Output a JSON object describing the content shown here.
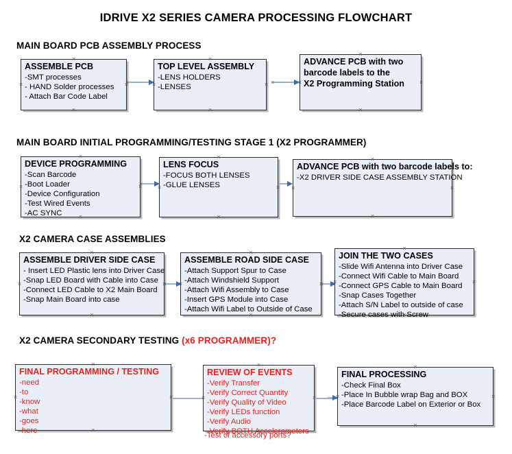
{
  "document": {
    "title": "IDRIVE X2  SERIES CAMERA PROCESSING FLOWCHART"
  },
  "sections": [
    {
      "id": "main-board-pcb-assembly",
      "heading": "MAIN BOARD PCB ASSEMBLY PROCESS",
      "heading_suffix": "",
      "boxes": [
        {
          "id": "assemble-pcb",
          "title": "ASSEMBLE PCB",
          "lines": [
            "-SMT processes",
            "- HAND Solder processes",
            "- Attach Bar Code Label"
          ],
          "color": "black"
        },
        {
          "id": "top-level-assembly",
          "title": "TOP LEVEL ASSEMBLY",
          "lines": [
            "-LENS HOLDERS",
            "-LENSES"
          ],
          "color": "black"
        },
        {
          "id": "advance-pcb-programming-station",
          "title": "ADVANCE PCB with two",
          "lines": [
            "barcode labels to the",
            " X2 Programming Station"
          ],
          "color": "black"
        }
      ]
    },
    {
      "id": "main-board-initial-programming",
      "heading": "MAIN BOARD INITIAL PROGRAMMING/TESTING STAGE 1 (X2 PROGRAMMER)",
      "heading_suffix": "",
      "boxes": [
        {
          "id": "device-programming",
          "title": "DEVICE PROGRAMMING",
          "lines": [
            "-Scan Barcode",
            "-Boot Loader",
            "-Device Configuration",
            "-Test Wired Events",
            "-AC SYNC"
          ],
          "color": "black"
        },
        {
          "id": "lens-focus",
          "title": "LENS FOCUS",
          "lines": [
            "-FOCUS BOTH LENSES",
            "-GLUE LENSES"
          ],
          "color": "black"
        },
        {
          "id": "advance-pcb-driver-side-case",
          "title": "ADVANCE PCB with two barcode labels to:",
          "lines": [
            "-X2 DRIVER  SIDE  CASE  ASSEMBLY STATION"
          ],
          "color": "black"
        }
      ]
    },
    {
      "id": "x2-camera-case-assemblies",
      "heading": "X2 CAMERA CASE ASSEMBLIES",
      "heading_suffix": "",
      "boxes": [
        {
          "id": "assemble-driver-side-case",
          "title": "ASSEMBLE DRIVER SIDE CASE",
          "lines": [
            "- Insert LED Plastic lens into Driver Case",
            "-Snap LED Board with Cable into Case",
            "-Connect LED Cable to X2 Main Board",
            "-Snap Main Board into case"
          ],
          "color": "black"
        },
        {
          "id": "assemble-road-side-case",
          "title": "ASSEMBLE ROAD SIDE CASE",
          "lines": [
            "-Attach Support Spur to Case",
            "-Attach Windshield Support",
            "-Attach Wifi Assembly to Case",
            "-Insert GPS Module into Case",
            "-Attach Wifi Label to Outside of Case"
          ],
          "color": "black"
        },
        {
          "id": "join-the-two-cases",
          "title": "JOIN THE TWO CASES",
          "lines": [
            "-Slide Wifi Antenna into Driver Case",
            "-Connect Wifi Cable to Main Board",
            "-Connect GPS Cable to Main Board",
            "-Snap Cases Together",
            "-Attach S/N Label to outside of case",
            "-Secure cases with Screw"
          ],
          "color": "black"
        }
      ]
    },
    {
      "id": "x2-camera-secondary-testing",
      "heading": "X2 CAMERA SECONDARY TESTING ",
      "heading_suffix": "(x6 PROGRAMMER)?",
      "boxes": [
        {
          "id": "final-programming-testing",
          "title": "FINAL PROGRAMMING / TESTING",
          "lines": [
            "-need",
            "-to",
            "-know",
            "-what",
            "-goes",
            "-here"
          ],
          "color": "red"
        },
        {
          "id": "review-of-events",
          "title": "REVIEW OF EVENTS",
          "lines": [
            "-Verify Transfer",
            "-Verify Correct Quantity",
            "-Verify Quality of Video",
            "-Verify LEDs function",
            "-Verify Audio",
            "-Verify BOTH Accelerometers"
          ],
          "overflow_line": "-Test of accessory ports?",
          "color": "red"
        },
        {
          "id": "final-processing",
          "title": "FINAL PROCESSING",
          "lines": [
            " -Check Final Box",
            "-Place In Bubble wrap Bag and BOX",
            "-Place Barcode Label on Exterior or Box"
          ],
          "color": "black"
        }
      ]
    }
  ],
  "colors": {
    "box_fill": "#eaeff7",
    "box_border": "#2b2b2b",
    "connector": "#9db3cc",
    "arrow_head": "#3a6bb5",
    "red_text": "#e02222",
    "background": "#ffffff"
  }
}
